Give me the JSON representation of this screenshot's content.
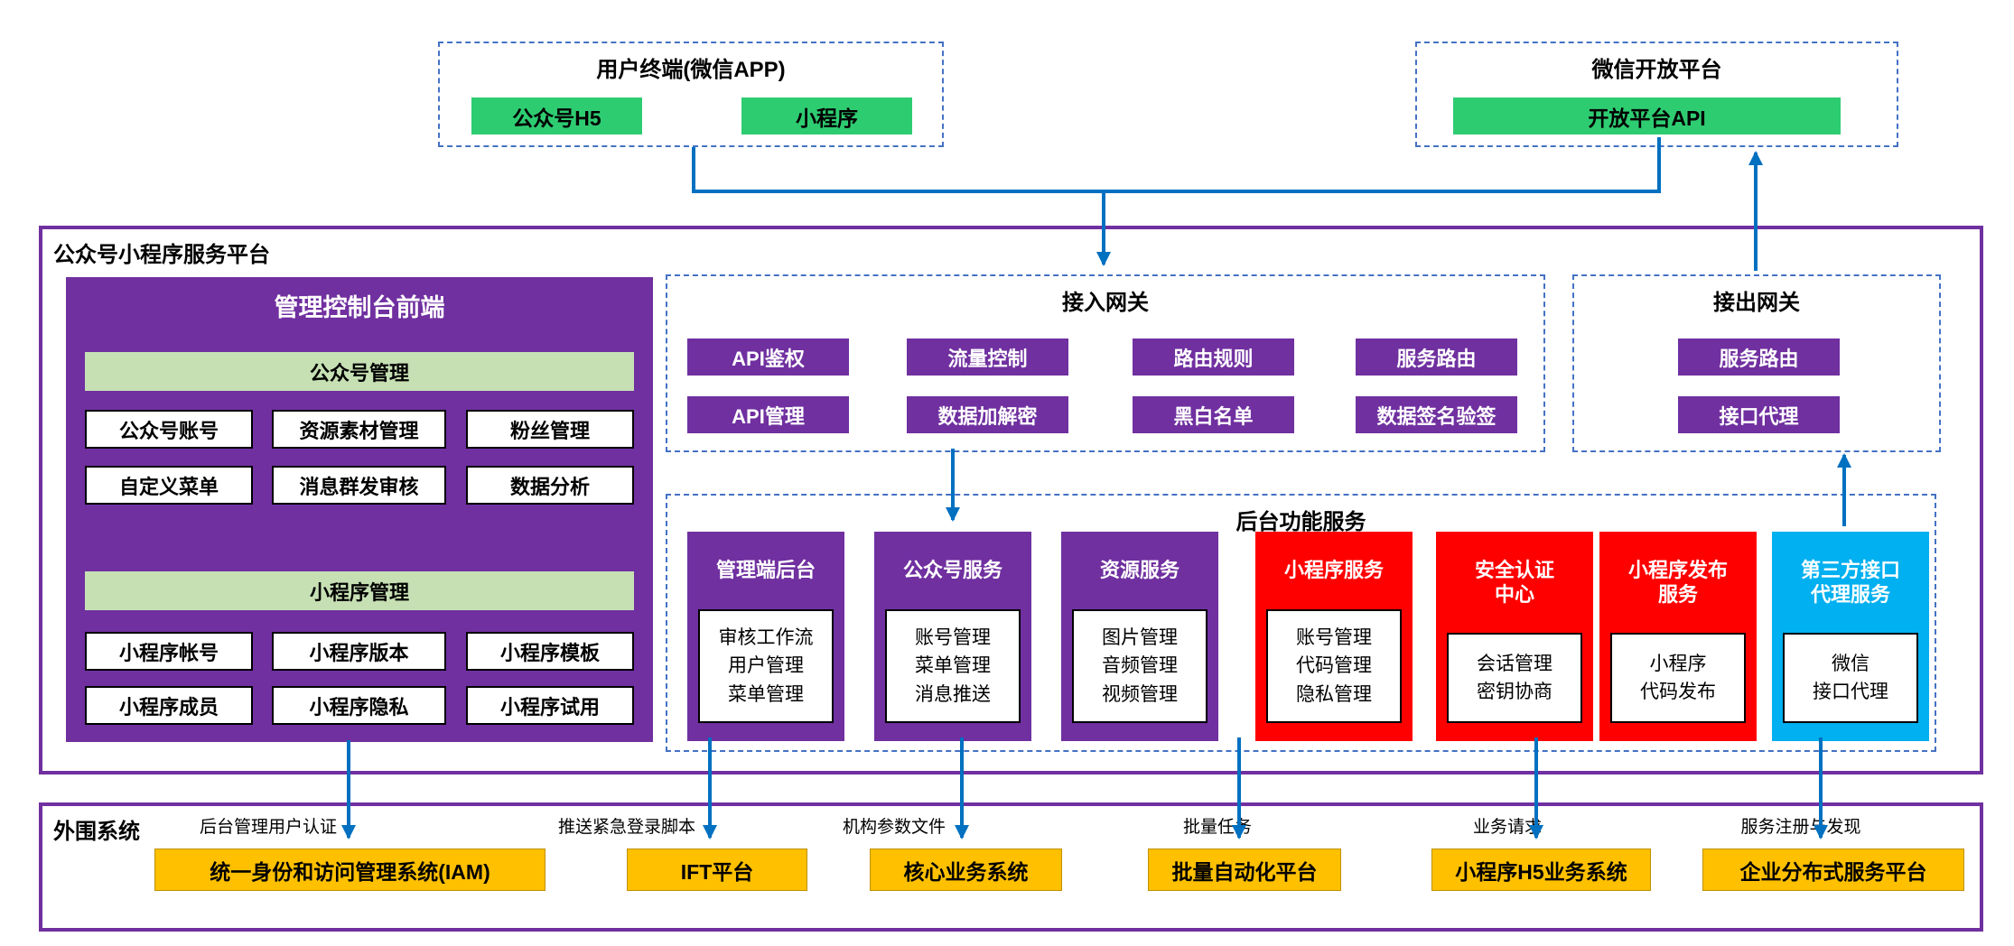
{
  "colors": {
    "purple": "#7030A0",
    "red": "#FF0000",
    "cyan": "#00B0F0",
    "green": "#2ECC71",
    "light_green": "#C6E0B4",
    "orange": "#FFC000",
    "arrow_blue": "#0070C0",
    "dashed_border_blue": "#4472C4"
  },
  "top": {
    "user_terminal": {
      "title": "用户终端(微信APP)",
      "items": [
        "公众号H5",
        "小程序"
      ]
    },
    "open_platform": {
      "title": "微信开放平台",
      "api_label": "开放平台API"
    }
  },
  "platform": {
    "label": "公众号小程序服务平台",
    "console": {
      "title": "管理控制台前端",
      "sections": [
        {
          "header": "公众号管理",
          "items": [
            "公众号账号",
            "资源素材管理",
            "粉丝管理",
            "自定义菜单",
            "消息群发审核",
            "数据分析"
          ]
        },
        {
          "header": "小程序管理",
          "items": [
            "小程序帐号",
            "小程序版本",
            "小程序模板",
            "小程序成员",
            "小程序隐私",
            "小程序试用"
          ]
        }
      ]
    },
    "access_gateway": {
      "title": "接入网关",
      "rows": [
        [
          "API鉴权",
          "流量控制",
          "路由规则",
          "服务路由"
        ],
        [
          "API管理",
          "数据加解密",
          "黑白名单",
          "数据签名验签"
        ]
      ]
    },
    "outbound_gateway": {
      "title": "接出网关",
      "items": [
        "服务路由",
        "接口代理"
      ]
    },
    "backend": {
      "title": "后台功能服务",
      "columns": [
        {
          "title": "管理端后台",
          "color": "#7030A0",
          "items": [
            "审核工作流",
            "用户管理",
            "菜单管理"
          ]
        },
        {
          "title": "公众号服务",
          "color": "#7030A0",
          "items": [
            "账号管理",
            "菜单管理",
            "消息推送"
          ]
        },
        {
          "title": "资源服务",
          "color": "#7030A0",
          "items": [
            "图片管理",
            "音频管理",
            "视频管理"
          ]
        },
        {
          "title": "小程序服务",
          "color": "#FF0000",
          "items": [
            "账号管理",
            "代码管理",
            "隐私管理"
          ]
        },
        {
          "title": "安全认证\n中心",
          "color": "#FF0000",
          "items": [
            "会话管理",
            "密钥协商"
          ]
        },
        {
          "title": "小程序发布\n服务",
          "color": "#FF0000",
          "items": [
            "小程序",
            "代码发布"
          ]
        },
        {
          "title": "第三方接口\n代理服务",
          "color": "#00B0F0",
          "items": [
            "微信",
            "接口代理"
          ]
        }
      ]
    }
  },
  "peripheral": {
    "label": "外围系统",
    "connections": [
      {
        "label": "后台管理用户认证",
        "system": "统一身份和访问管理系统(IAM)"
      },
      {
        "label": "推送紧急登录脚本",
        "system": "IFT平台"
      },
      {
        "label": "机构参数文件",
        "system": "核心业务系统"
      },
      {
        "label": "批量任务",
        "system": "批量自动化平台"
      },
      {
        "label": "业务请求",
        "system": "小程序H5业务系统"
      },
      {
        "label": "服务注册与发现",
        "system": "企业分布式服务平台"
      }
    ]
  }
}
